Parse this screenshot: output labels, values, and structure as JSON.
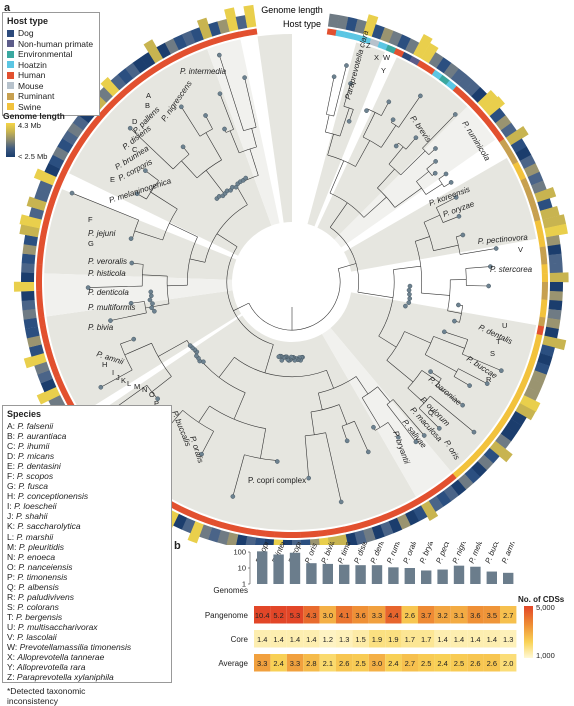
{
  "panel_a": "a",
  "panel_b": "b",
  "ring_labels": {
    "genome_length": "Genome length",
    "host_type": "Host type"
  },
  "host_legend": {
    "title": "Host type",
    "items": [
      {
        "label": "Dog",
        "color": "#2c4a7c"
      },
      {
        "label": "Non-human primate",
        "color": "#5c5c8a"
      },
      {
        "label": "Environmental",
        "color": "#3aa8a0"
      },
      {
        "label": "Hoatzin",
        "color": "#5bc6e3"
      },
      {
        "label": "Human",
        "color": "#e2502f"
      },
      {
        "label": "Mouse",
        "color": "#b7c2cc"
      },
      {
        "label": "Ruminant",
        "color": "#c7a050"
      },
      {
        "label": "Swine",
        "color": "#f2c23c"
      }
    ]
  },
  "genome_legend": {
    "title": "Genome length",
    "max": "4.3 Mb",
    "min": "< 2.5 Mb"
  },
  "species_legend": {
    "title": "Species",
    "items": [
      {
        "code": "A:",
        "name": "P. falsenii"
      },
      {
        "code": "B:",
        "name": "P. aurantiaca"
      },
      {
        "code": "C:",
        "name": "P. ihumii"
      },
      {
        "code": "D:",
        "name": "P. micans"
      },
      {
        "code": "E:",
        "name": "P. dentasini"
      },
      {
        "code": "F:",
        "name": "P. scopos"
      },
      {
        "code": "G:",
        "name": "P. fusca"
      },
      {
        "code": "H:",
        "name": "P. conceptionensis"
      },
      {
        "code": "I:",
        "name": "P. loescheii"
      },
      {
        "code": "J:",
        "name": "P. shahii"
      },
      {
        "code": "K:",
        "name": "P. saccharolytica"
      },
      {
        "code": "L:",
        "name": "P. marshii"
      },
      {
        "code": "M:",
        "name": "P. pleuritidis"
      },
      {
        "code": "N:",
        "name": "P. enoeca"
      },
      {
        "code": "O:",
        "name": "P. nanceiensis"
      },
      {
        "code": "P:",
        "name": "P. timonensis"
      },
      {
        "code": "Q:",
        "name": "P. albensis"
      },
      {
        "code": "R:",
        "name": "P. paludivivens"
      },
      {
        "code": "S:",
        "name": "P. colorans"
      },
      {
        "code": "T:",
        "name": "P. bergensis"
      },
      {
        "code": "U:",
        "name": "P. multisaccharivorax"
      },
      {
        "code": "V:",
        "name": "P. lascolaii"
      },
      {
        "code": "W:",
        "name": "Prevotellamassilia timonensis"
      },
      {
        "code": "X:",
        "name": "Alloprevotella tannerae"
      },
      {
        "code": "Y:",
        "name": "Alloprevotella rara"
      },
      {
        "code": "Z:",
        "name": "Paraprevotella xylaniphila"
      }
    ],
    "footnote": "*Detected taxonomic inconsistency"
  },
  "tree_labels": [
    {
      "text": "P. intermedia"
    },
    {
      "text": "Paraprevotella clara"
    },
    {
      "text": "P. nigrescens"
    },
    {
      "text": "P. pallens"
    },
    {
      "text": "P. disiens"
    },
    {
      "text": "P. brunnea"
    },
    {
      "text": "P. corporis"
    },
    {
      "text": "P. melaninogenica"
    },
    {
      "text": "P. jejuni"
    },
    {
      "text": "P. veroralis"
    },
    {
      "text": "P. histicola"
    },
    {
      "text": "P. denticola"
    },
    {
      "text": "P. multiformis"
    },
    {
      "text": "P. bivia"
    },
    {
      "text": "P. amnii"
    },
    {
      "text": "P. buccalis"
    },
    {
      "text": "P. oralis"
    },
    {
      "text": "P. copri complex"
    },
    {
      "text": "P. brevis"
    },
    {
      "text": "P. ruminicola"
    },
    {
      "text": "P. koreensis"
    },
    {
      "text": "P. oryzae"
    },
    {
      "text": "P. pectinovora"
    },
    {
      "text": "P. stercorea"
    },
    {
      "text": "P. dentalis"
    },
    {
      "text": "P. buccae"
    },
    {
      "text": "P. baroniae"
    },
    {
      "text": "P. oulorum"
    },
    {
      "text": "P. maculosa"
    },
    {
      "text": "P. salivae"
    },
    {
      "text": "P. oris"
    },
    {
      "text": "P. bryantii"
    }
  ],
  "tree_letters": [
    "A",
    "B",
    "C",
    "D",
    "E",
    "F",
    "G",
    "H",
    "I",
    "J",
    "K",
    "L",
    "M",
    "N",
    "O",
    "P",
    "Q",
    "R",
    "S",
    "T",
    "U",
    "V",
    "W",
    "X",
    "Y",
    "Z"
  ],
  "chart_data": {
    "type": "heatmap",
    "categories": [
      "P. copri clade A",
      "P. intermedia",
      "P. copri clade C",
      "P. oris",
      "P. bivia",
      "P. timonensis",
      "P. disiens",
      "P. denticola",
      "P. ruminicola",
      "P. oralis",
      "P. bryantii",
      "P. pectinovora",
      "P. nigrescens",
      "P. melaninogenica",
      "P. buccae",
      "P. amnii"
    ],
    "row_labels": [
      "Genomes",
      "Pangenome",
      "Core",
      "Average"
    ],
    "genomes_axis_ticks": [
      "100",
      "10",
      "1"
    ],
    "genome_counts": [
      110,
      70,
      90,
      20,
      18,
      16,
      15,
      15,
      11,
      10,
      7,
      8,
      14,
      12,
      6,
      5
    ],
    "series": [
      {
        "name": "Pangenome",
        "values": [
          10.4,
          5.2,
          5.3,
          4.3,
          3.0,
          4.1,
          3.6,
          3.3,
          4.4,
          2.6,
          3.7,
          3.2,
          3.1,
          3.6,
          3.5,
          2.7
        ]
      },
      {
        "name": "Core",
        "values": [
          1.4,
          1.4,
          1.4,
          1.4,
          1.2,
          1.3,
          1.5,
          1.9,
          1.9,
          1.7,
          1.7,
          1.4,
          1.4,
          1.4,
          1.4,
          1.3
        ]
      },
      {
        "name": "Average",
        "values": [
          3.3,
          2.4,
          3.3,
          2.8,
          2.1,
          2.6,
          2.5,
          3.0,
          2.4,
          2.7,
          2.5,
          2.4,
          2.5,
          2.6,
          2.6,
          2.0
        ]
      }
    ],
    "colorbar": {
      "title": "No. of CDSs",
      "max_label": "5,000",
      "min_label": "1,000",
      "min": 1000,
      "max": 5000
    }
  }
}
